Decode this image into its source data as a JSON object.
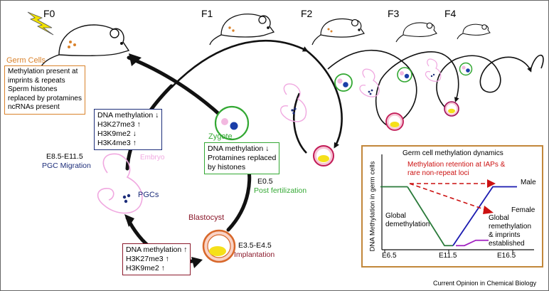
{
  "generations": [
    "F0",
    "F1",
    "F2",
    "F3",
    "F4"
  ],
  "germ_cells": {
    "title": "Germ Cells",
    "lines": [
      "Methylation present at",
      " imprints & repeats",
      "Sperm histones",
      " replaced by protamines",
      "ncRNAs present"
    ]
  },
  "pgc_changes": {
    "lines": [
      "DNA methylation ↓",
      "H3K27me3 ↑",
      "H3K9me2 ↓",
      "H3K4me3 ↑"
    ]
  },
  "zygote": {
    "label": "Zygote",
    "lines": [
      "DNA methylation  ↓",
      "Protamines replaced",
      " by histones"
    ]
  },
  "embryo_label": "Embryo",
  "pgc_migration": {
    "stage": "E8.5-E11.5",
    "label": "PGC Migration"
  },
  "pgcs_label": "PGCs",
  "post_fertilization": {
    "stage": "E0.5",
    "label": "Post fertilization"
  },
  "blastocyst": {
    "label": "Blastocyst",
    "stage": "E3.5-E4.5",
    "implantation": "Implantation",
    "lines": [
      "DNA methylation ↑",
      "H3K27me3 ↑",
      "H3K9me2 ↑"
    ]
  },
  "inset": {
    "title": "Germ cell methylation dynamics",
    "ylabel": "DNA Methylation in germ cells",
    "retention_note": [
      "Methylation retention at IAPs &",
      "rare non-repeat loci"
    ],
    "global_demethylation": [
      "Global",
      "demethylation"
    ],
    "male": "Male",
    "female": "Female",
    "female_note": [
      "Global",
      "remethylation",
      "& imprints",
      "established"
    ],
    "xticks": [
      "E6.5",
      "E11.5",
      "E16.5"
    ]
  },
  "credit": "Current Opinion in Chemical Biology",
  "chart_data": {
    "type": "line",
    "title": "Germ cell methylation dynamics",
    "xlabel": "",
    "ylabel": "DNA Methylation in germ cells",
    "x": [
      "E6.5",
      "E11.5",
      "E16.5"
    ],
    "grid": false,
    "legend": "none",
    "series": [
      {
        "name": "Male",
        "color": "#1a1ab0",
        "values": [
          0.92,
          0.04,
          0.92
        ]
      },
      {
        "name": "Female",
        "color": "#a020c0",
        "values": [
          0.92,
          0.04,
          0.12
        ]
      }
    ]
  },
  "colors": {
    "germ_box_border": "#d9822b",
    "navy": "#1c2d7a",
    "green": "#33a833",
    "maroon": "#8b1a2c",
    "embryo_pink": "#f0a8e0",
    "arrow_red": "#cc1111"
  },
  "icons": [
    "lightning-icon",
    "mouse-icon"
  ]
}
